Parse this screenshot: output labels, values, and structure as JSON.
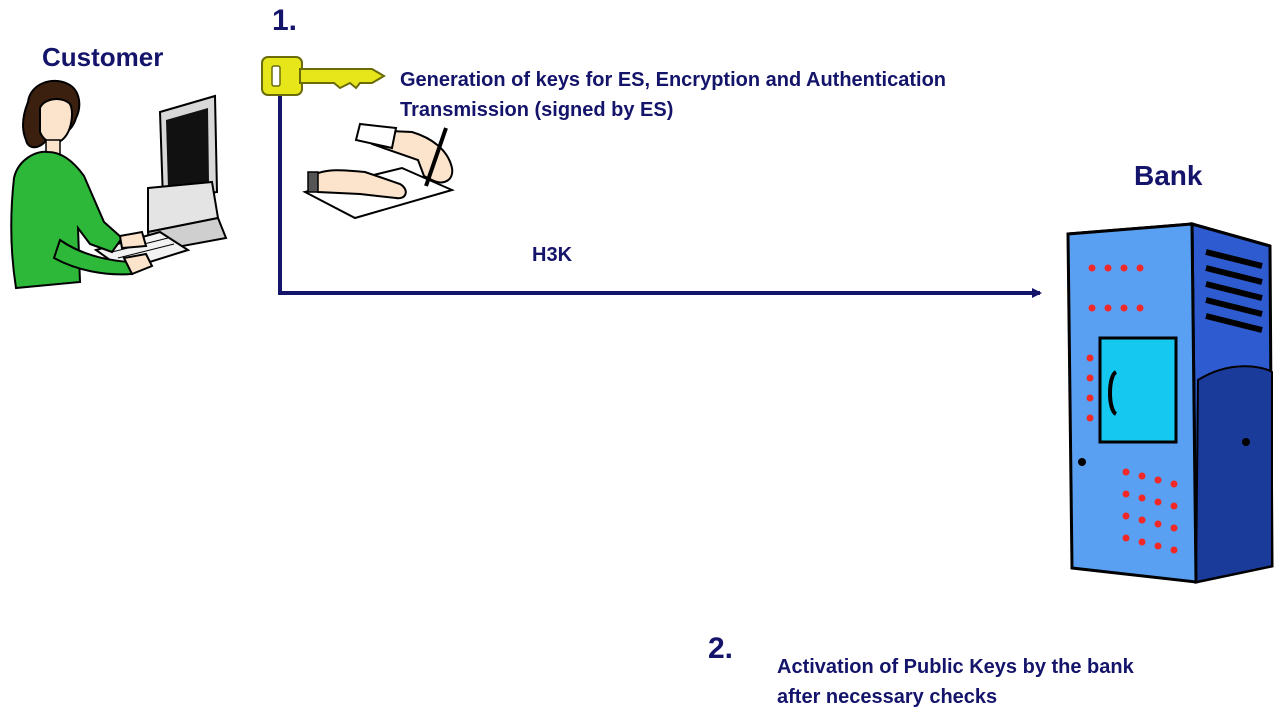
{
  "customer": {
    "label": "Customer"
  },
  "bank": {
    "label": "Bank"
  },
  "steps": [
    {
      "number": "1.",
      "lines": [
        "Generation of keys for ES, Encryption and Authentication",
        "Transmission (signed by ES)"
      ]
    },
    {
      "number": "2.",
      "lines": [
        "Activation of Public Keys by the bank",
        "after necessary checks"
      ]
    }
  ],
  "channel": {
    "label": "H3K"
  },
  "colors": {
    "text": "#14146b",
    "arrow": "#14146b",
    "key": "#e6e61a",
    "server_body": "#5aa0f2",
    "server_screen": "#15c8f0",
    "server_dots": "#f02828",
    "person_shirt": "#2eb83a"
  }
}
